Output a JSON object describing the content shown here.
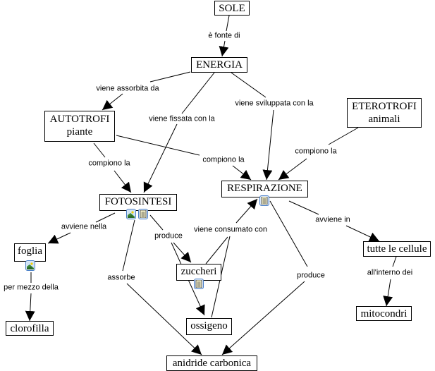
{
  "concepts": {
    "sole": {
      "label": "SOLE"
    },
    "energia": {
      "label": "ENERGIA"
    },
    "autotrofi": {
      "label": "AUTOTROFI",
      "sub": "piante"
    },
    "eterotrofi": {
      "label": "ETEROTROFI",
      "sub": "animali"
    },
    "fotosintesi": {
      "label": "FOTOSINTESI"
    },
    "respirazione": {
      "label": "RESPIRAZIONE"
    },
    "foglia": {
      "label": "foglia"
    },
    "clorofilla": {
      "label": "clorofilla"
    },
    "zuccheri": {
      "label": "zuccheri"
    },
    "ossigeno": {
      "label": "ossigeno"
    },
    "tutte_le_cellule": {
      "label": "tutte le cellule"
    },
    "mitocondri": {
      "label": "mitocondri"
    },
    "anidride_carbonica": {
      "label": "anidride carbonica"
    }
  },
  "linking_phrases": {
    "e_fonte_di": "è fonte di",
    "viene_assorbita_da": "viene assorbita da",
    "viene_fissata_con_la": "viene fissata con la",
    "viene_sviluppata_con_la": "viene sviluppata con la",
    "compiono_la_autotrofi_fotosintesi": "compiono la",
    "compiono_la_autotrofi_respirazione": "compiono la",
    "compiono_la_eterotrofi": "compiono la",
    "avviene_nella": "avviene nella",
    "per_mezzo_della": "per mezzo della",
    "produce_fotosintesi": "produce",
    "assorbe": "assorbe",
    "viene_consumato_con": "viene consumato con",
    "avviene_in": "avviene in",
    "all_interno_dei": "all'interno dei",
    "produce_respirazione": "produce"
  },
  "resources": {
    "fotosintesi": [
      "image-icon",
      "document-icon"
    ],
    "respirazione": [
      "document-icon"
    ],
    "foglia": [
      "image-icon"
    ],
    "zuccheri": [
      "document-icon"
    ]
  }
}
